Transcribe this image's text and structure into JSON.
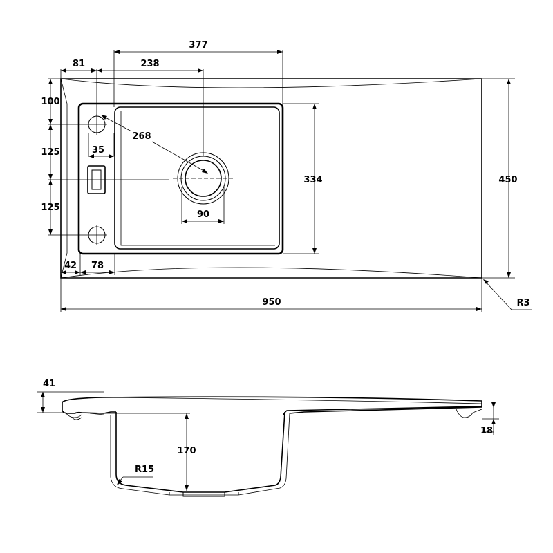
{
  "top_view": {
    "dimensions": {
      "overall_length": "950",
      "overall_width": "450",
      "bowl_outer_length": "377",
      "bowl_center_offset": "238",
      "left_margin": "81",
      "top_offset": "100",
      "tap_spacing_upper": "125",
      "tap_spacing_lower": "125",
      "tap_hole_offset": "35",
      "drain_diagonal": "268",
      "bowl_inner_width": "334",
      "drain_diameter": "90",
      "bottom_left_margin": "42",
      "bottom_left_width": "78",
      "corner_radius": "R3"
    }
  },
  "side_view": {
    "dimensions": {
      "rim_height": "41",
      "bowl_depth": "170",
      "inner_radius": "R15",
      "edge_thickness": "18"
    }
  }
}
